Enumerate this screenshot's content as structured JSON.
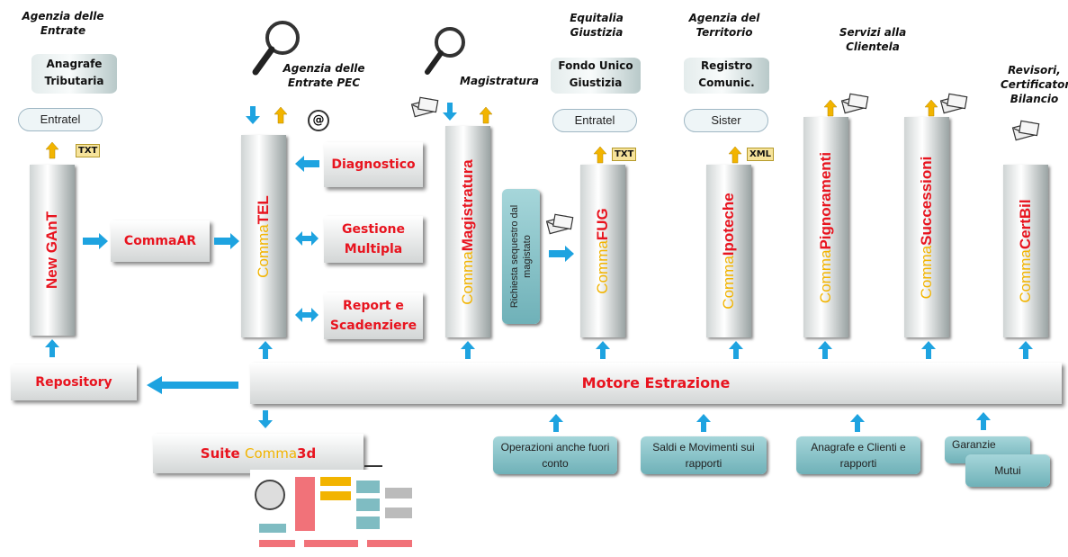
{
  "headers": {
    "agenzia_entrate": "Agenzia delle Entrate",
    "anagrafe": "Anagrafe Tributaria",
    "entratel_1": "Entratel",
    "agenzia_pec": "Agenzia delle Entrate PEC",
    "magistratura": "Magistratura",
    "equitalia": "Equitalia Giustizia",
    "fondo_unico": "Fondo Unico Giustizia",
    "entratel_2": "Entratel",
    "agenzia_territorio": "Agenzia del Territorio",
    "registro": "Registro Comunic.",
    "sister": "Sister",
    "servizi": "Servizi alla Clientela",
    "revisori": "Revisori, Certificatori, Bilancio"
  },
  "tags": {
    "txt_1": "TXT",
    "txt_2": "TXT",
    "xml": "XML"
  },
  "pillars": {
    "newgant": "New GAnT",
    "commatel_a": "Comma",
    "commatel_b": "TEL",
    "magistratura_a": "Comma",
    "magistratura_b": "Magistratura",
    "fug_a": "Comma",
    "fug_b": "FUG",
    "ipoteche_a": "Comma",
    "ipoteche_b": "Ipoteche",
    "pignoramenti_a": "Comma",
    "pignoramenti_b": "Pignoramenti",
    "successioni_a": "Comma",
    "successioni_b": "Successioni",
    "certbil_a": "Comma",
    "certbil_b": "CertBil"
  },
  "boxes": {
    "commaar": "CommaAR",
    "diagnostico": "Diagnostico",
    "gestione": "Gestione Multipla",
    "report": "Report e Scadenziere",
    "repository": "Repository",
    "motore": "Motore Estrazione",
    "suite_a": "Suite",
    "suite_b": "Comma",
    "suite_c": "3d"
  },
  "richiesta": "Richiesta sequestro dal magistato",
  "sources": {
    "operazioni": "Operazioni anche fuori conto",
    "saldi": "Saldi e Movimenti sui rapporti",
    "anagrafe_clienti": "Anagrafe e Clienti e rapporti",
    "garanzie": "Garanzie",
    "mutui": "Mutui"
  },
  "colors": {
    "red": "#e8141f",
    "yellow": "#f2b400",
    "blue": "#1ea3e0",
    "teal": "#7fbcc2"
  }
}
